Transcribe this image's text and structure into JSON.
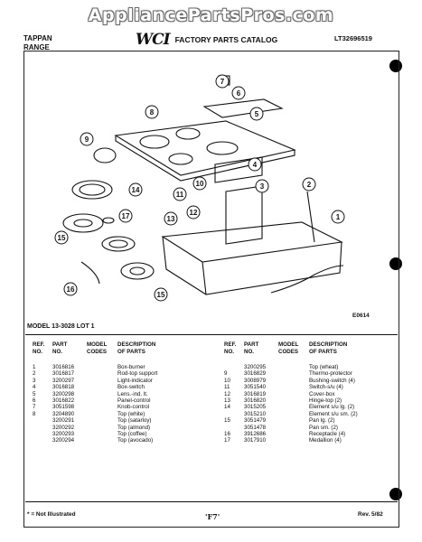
{
  "watermark": "AppliancePartsPros.com",
  "header": {
    "brand_line1": "TAPPAN",
    "brand_line2": "RANGE",
    "logo": "WCI",
    "catalog_title": "FACTORY PARTS CATALOG",
    "doc_number": "LT32696519"
  },
  "diagram": {
    "code": "E0614",
    "callouts": [
      "1",
      "2",
      "3",
      "4",
      "5",
      "6",
      "7",
      "8",
      "9",
      "10",
      "11",
      "12",
      "13",
      "14",
      "15",
      "16",
      "17",
      "15"
    ]
  },
  "model_line": "MODEL 13-3028 LOT 1",
  "columns": {
    "ref": [
      "REF.",
      "NO."
    ],
    "part": [
      "PART",
      "NO."
    ],
    "code": [
      "MODEL",
      "CODES"
    ],
    "desc": [
      "DESCRIPTION",
      "OF PARTS"
    ]
  },
  "parts_left": [
    {
      "ref": "1",
      "part": "3016816",
      "code": "",
      "desc": "Box-burner"
    },
    {
      "ref": "2",
      "part": "3016817",
      "code": "",
      "desc": "Rod-top support"
    },
    {
      "ref": "3",
      "part": "3200297",
      "code": "",
      "desc": "Light-indicator"
    },
    {
      "ref": "4",
      "part": "3016818",
      "code": "",
      "desc": "Box-switch"
    },
    {
      "ref": "5",
      "part": "3200298",
      "code": "",
      "desc": "Lens.-ind. lt."
    },
    {
      "ref": "6",
      "part": "3016822",
      "code": "",
      "desc": "Panel-control"
    },
    {
      "ref": "7",
      "part": "3051598",
      "code": "",
      "desc": "Knob-control"
    },
    {
      "ref": "8",
      "part": "3204890",
      "code": "",
      "desc": "Top (white)"
    },
    {
      "ref": "",
      "part": "3200291",
      "code": "",
      "desc": "Top (satarloy)"
    },
    {
      "ref": "",
      "part": "3200292",
      "code": "",
      "desc": "Top (almond)"
    },
    {
      "ref": "",
      "part": "3200293",
      "code": "",
      "desc": "Top (coffee)"
    },
    {
      "ref": "",
      "part": "3200294",
      "code": "",
      "desc": "Top (avocado)"
    }
  ],
  "parts_right": [
    {
      "ref": "",
      "part": "3200295",
      "code": "",
      "desc": "Top (wheat)"
    },
    {
      "ref": "9",
      "part": "3016829",
      "code": "",
      "desc": "Thermo-protector"
    },
    {
      "ref": "10",
      "part": "3008979",
      "code": "",
      "desc": "Bushing-switch (4)"
    },
    {
      "ref": "11",
      "part": "3051540",
      "code": "",
      "desc": "Switch-s/u (4)"
    },
    {
      "ref": "12",
      "part": "3016819",
      "code": "",
      "desc": "Cover-box"
    },
    {
      "ref": "13",
      "part": "3016820",
      "code": "",
      "desc": "Hinge-top (2)"
    },
    {
      "ref": "14",
      "part": "3015205",
      "code": "",
      "desc": "Element s/u lg. (2)"
    },
    {
      "ref": "",
      "part": "3015210",
      "code": "",
      "desc": "Element s/u sm. (2)"
    },
    {
      "ref": "15",
      "part": "3051479",
      "code": "",
      "desc": "Pan lg. (2)"
    },
    {
      "ref": "",
      "part": "3051478",
      "code": "",
      "desc": "Pan sm. (2)"
    },
    {
      "ref": "16",
      "part": "3912686",
      "code": "",
      "desc": "Receptacle (4)"
    },
    {
      "ref": "17",
      "part": "3017910",
      "code": "",
      "desc": "Medallion (4)"
    }
  ],
  "footer": {
    "note": "* = Not Illustrated",
    "page": "'F7'",
    "revision": "Rev. 5/82"
  }
}
